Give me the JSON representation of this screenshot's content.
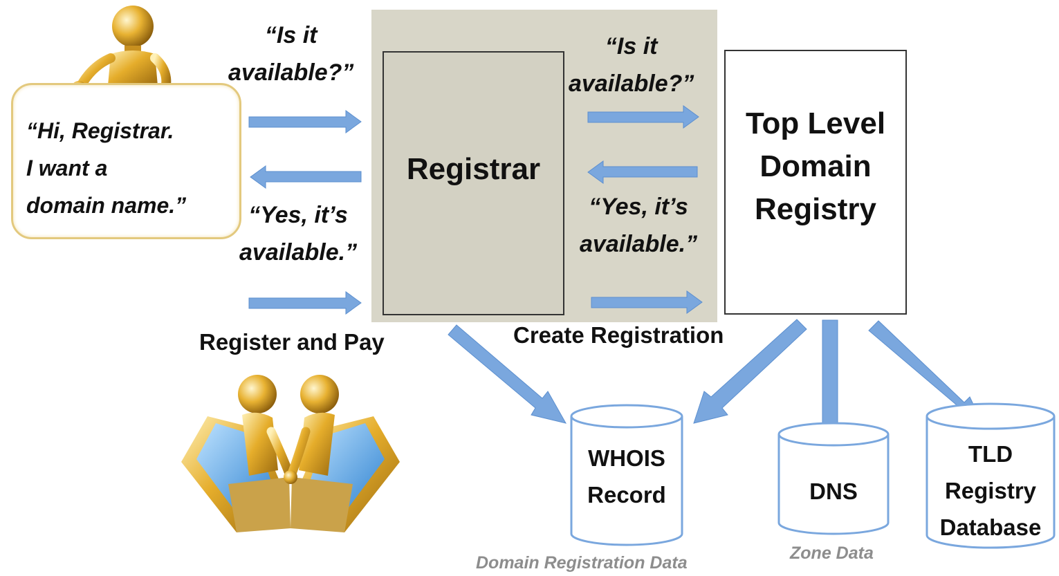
{
  "user_speech": "“Hi, Registrar.\nI want a\ndomain name.”",
  "registrar": {
    "label": "Registrar"
  },
  "tld_registry": {
    "label": "Top Level\nDomain\nRegistry"
  },
  "left_flow": {
    "ask": "“Is it\navailable?”",
    "reply": "“Yes, it’s\navailable.”",
    "register": "Register and Pay"
  },
  "right_flow": {
    "ask": "“Is it\navailable?”",
    "reply": "“Yes, it’s\navailable.”",
    "create": "Create Registration"
  },
  "databases": {
    "whois": {
      "label": "WHOIS\nRecord",
      "caption": "Domain Registration Data"
    },
    "dns": {
      "label": "DNS",
      "caption": "Zone Data"
    },
    "tld_db": {
      "label": "TLD\nRegistry\nDatabase"
    }
  },
  "colors": {
    "arrow": "#7aa7de",
    "cylinder": "#7aa7de",
    "shade": "#d8d6c8",
    "figure": "#e2a92a",
    "bubble_border": "#e3c97e"
  },
  "icons": [
    "person-holding-sign-icon",
    "handshake-laptops-icon"
  ]
}
